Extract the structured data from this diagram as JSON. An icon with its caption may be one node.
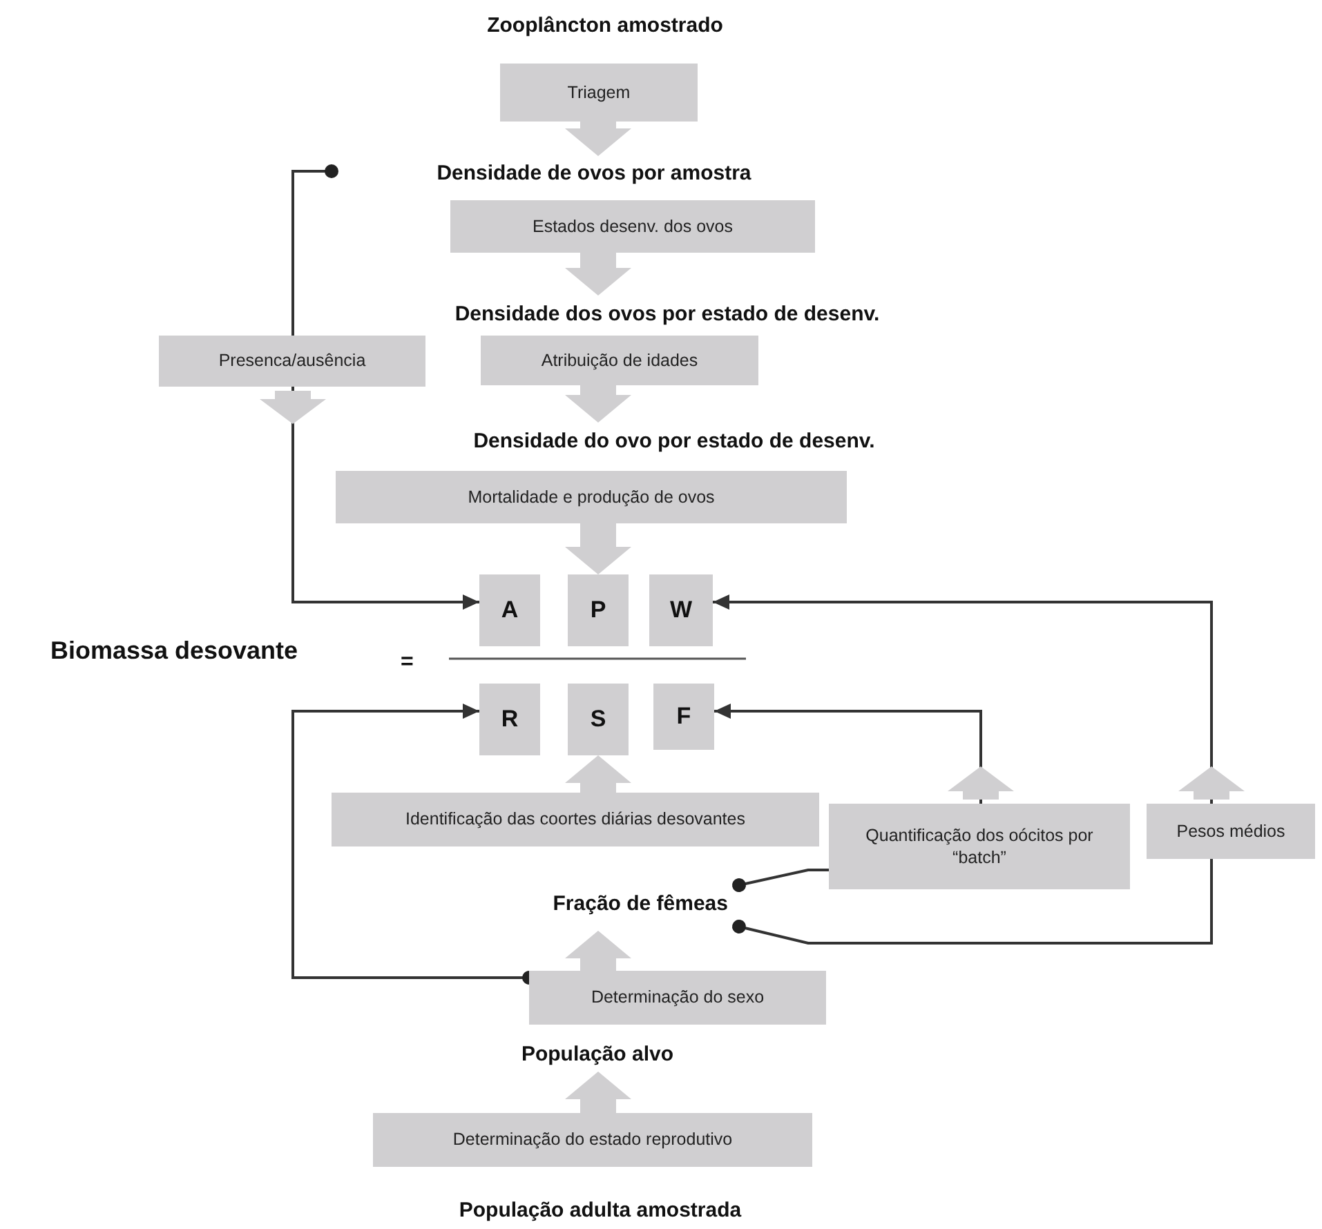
{
  "diagram": {
    "nodes": [
      {
        "text": [
          "Zooplâncton amostrado"
        ]
      },
      {
        "text": [
          "Triagem"
        ]
      },
      {
        "text": [
          "Densidade de ovos por amostra"
        ]
      },
      {
        "text": [
          "Estados desenv. dos ovos"
        ]
      },
      {
        "text": [
          "Densidade dos ovos por estado de desenv."
        ]
      },
      {
        "text": [
          "Presenca/ausência"
        ]
      },
      {
        "text": [
          "Atribuição de idades"
        ]
      },
      {
        "text": [
          "Densidade do ovo por estado de desenv."
        ]
      },
      {
        "text": [
          "Mortalidade e produção de ovos"
        ]
      },
      {
        "text": [
          "A"
        ]
      },
      {
        "text": [
          "P"
        ]
      },
      {
        "text": [
          "W"
        ]
      },
      {
        "text": [
          "Biomassa desovante"
        ]
      },
      {
        "text": [
          "R"
        ]
      },
      {
        "text": [
          "S"
        ]
      },
      {
        "text": [
          "F"
        ]
      },
      {
        "text": [
          "Identificação das coortes diárias desovantes"
        ]
      },
      {
        "text": [
          "Quantificação dos oócitos por “batch”"
        ]
      },
      {
        "text": [
          "Pesos médios"
        ]
      },
      {
        "text": [
          "Fração de fêmeas"
        ]
      },
      {
        "text": [
          "Determinação do sexo"
        ]
      },
      {
        "text": [
          "População alvo"
        ]
      },
      {
        "text": [
          "Determinação do estado reprodutivo"
        ]
      },
      {
        "text": [
          "População adulta amostrada"
        ]
      }
    ],
    "edges": [
      {
        "from": 1,
        "to": 2,
        "arrow": "to",
        "style": "thick",
        "color": "#d0cfd1"
      },
      {
        "from": 3,
        "to": 4,
        "arrow": "to",
        "style": "thick",
        "color": "#d0cfd1"
      },
      {
        "from": 2,
        "to": 5,
        "arrow": "other"
      },
      {
        "from": 5,
        "to": 9,
        "arrow": "to"
      },
      {
        "from": 6,
        "to": 7,
        "arrow": "to",
        "style": "thick",
        "color": "#d0cfd1"
      },
      {
        "from": 8,
        "to": 10,
        "arrow": "to",
        "style": "thick",
        "color": "#d0cfd1"
      },
      {
        "from": 18,
        "to": 11,
        "arrow": "to"
      },
      {
        "from": 17,
        "to": 15,
        "arrow": "to"
      },
      {
        "from": 20,
        "to": 13,
        "arrow": "to"
      },
      {
        "from": 16,
        "to": 14,
        "arrow": "to",
        "style": "thick",
        "color": "#d0cfd1"
      },
      {
        "from": 19,
        "to": 17,
        "arrow": "other"
      },
      {
        "from": 19,
        "to": 18,
        "arrow": "other"
      },
      {
        "from": 20,
        "to": 19,
        "arrow": "to",
        "style": "thick",
        "color": "#d0cfd1"
      },
      {
        "from": 22,
        "to": 21,
        "arrow": "to",
        "style": "thick",
        "color": "#d0cfd1"
      }
    ],
    "labels": [
      "="
    ]
  }
}
